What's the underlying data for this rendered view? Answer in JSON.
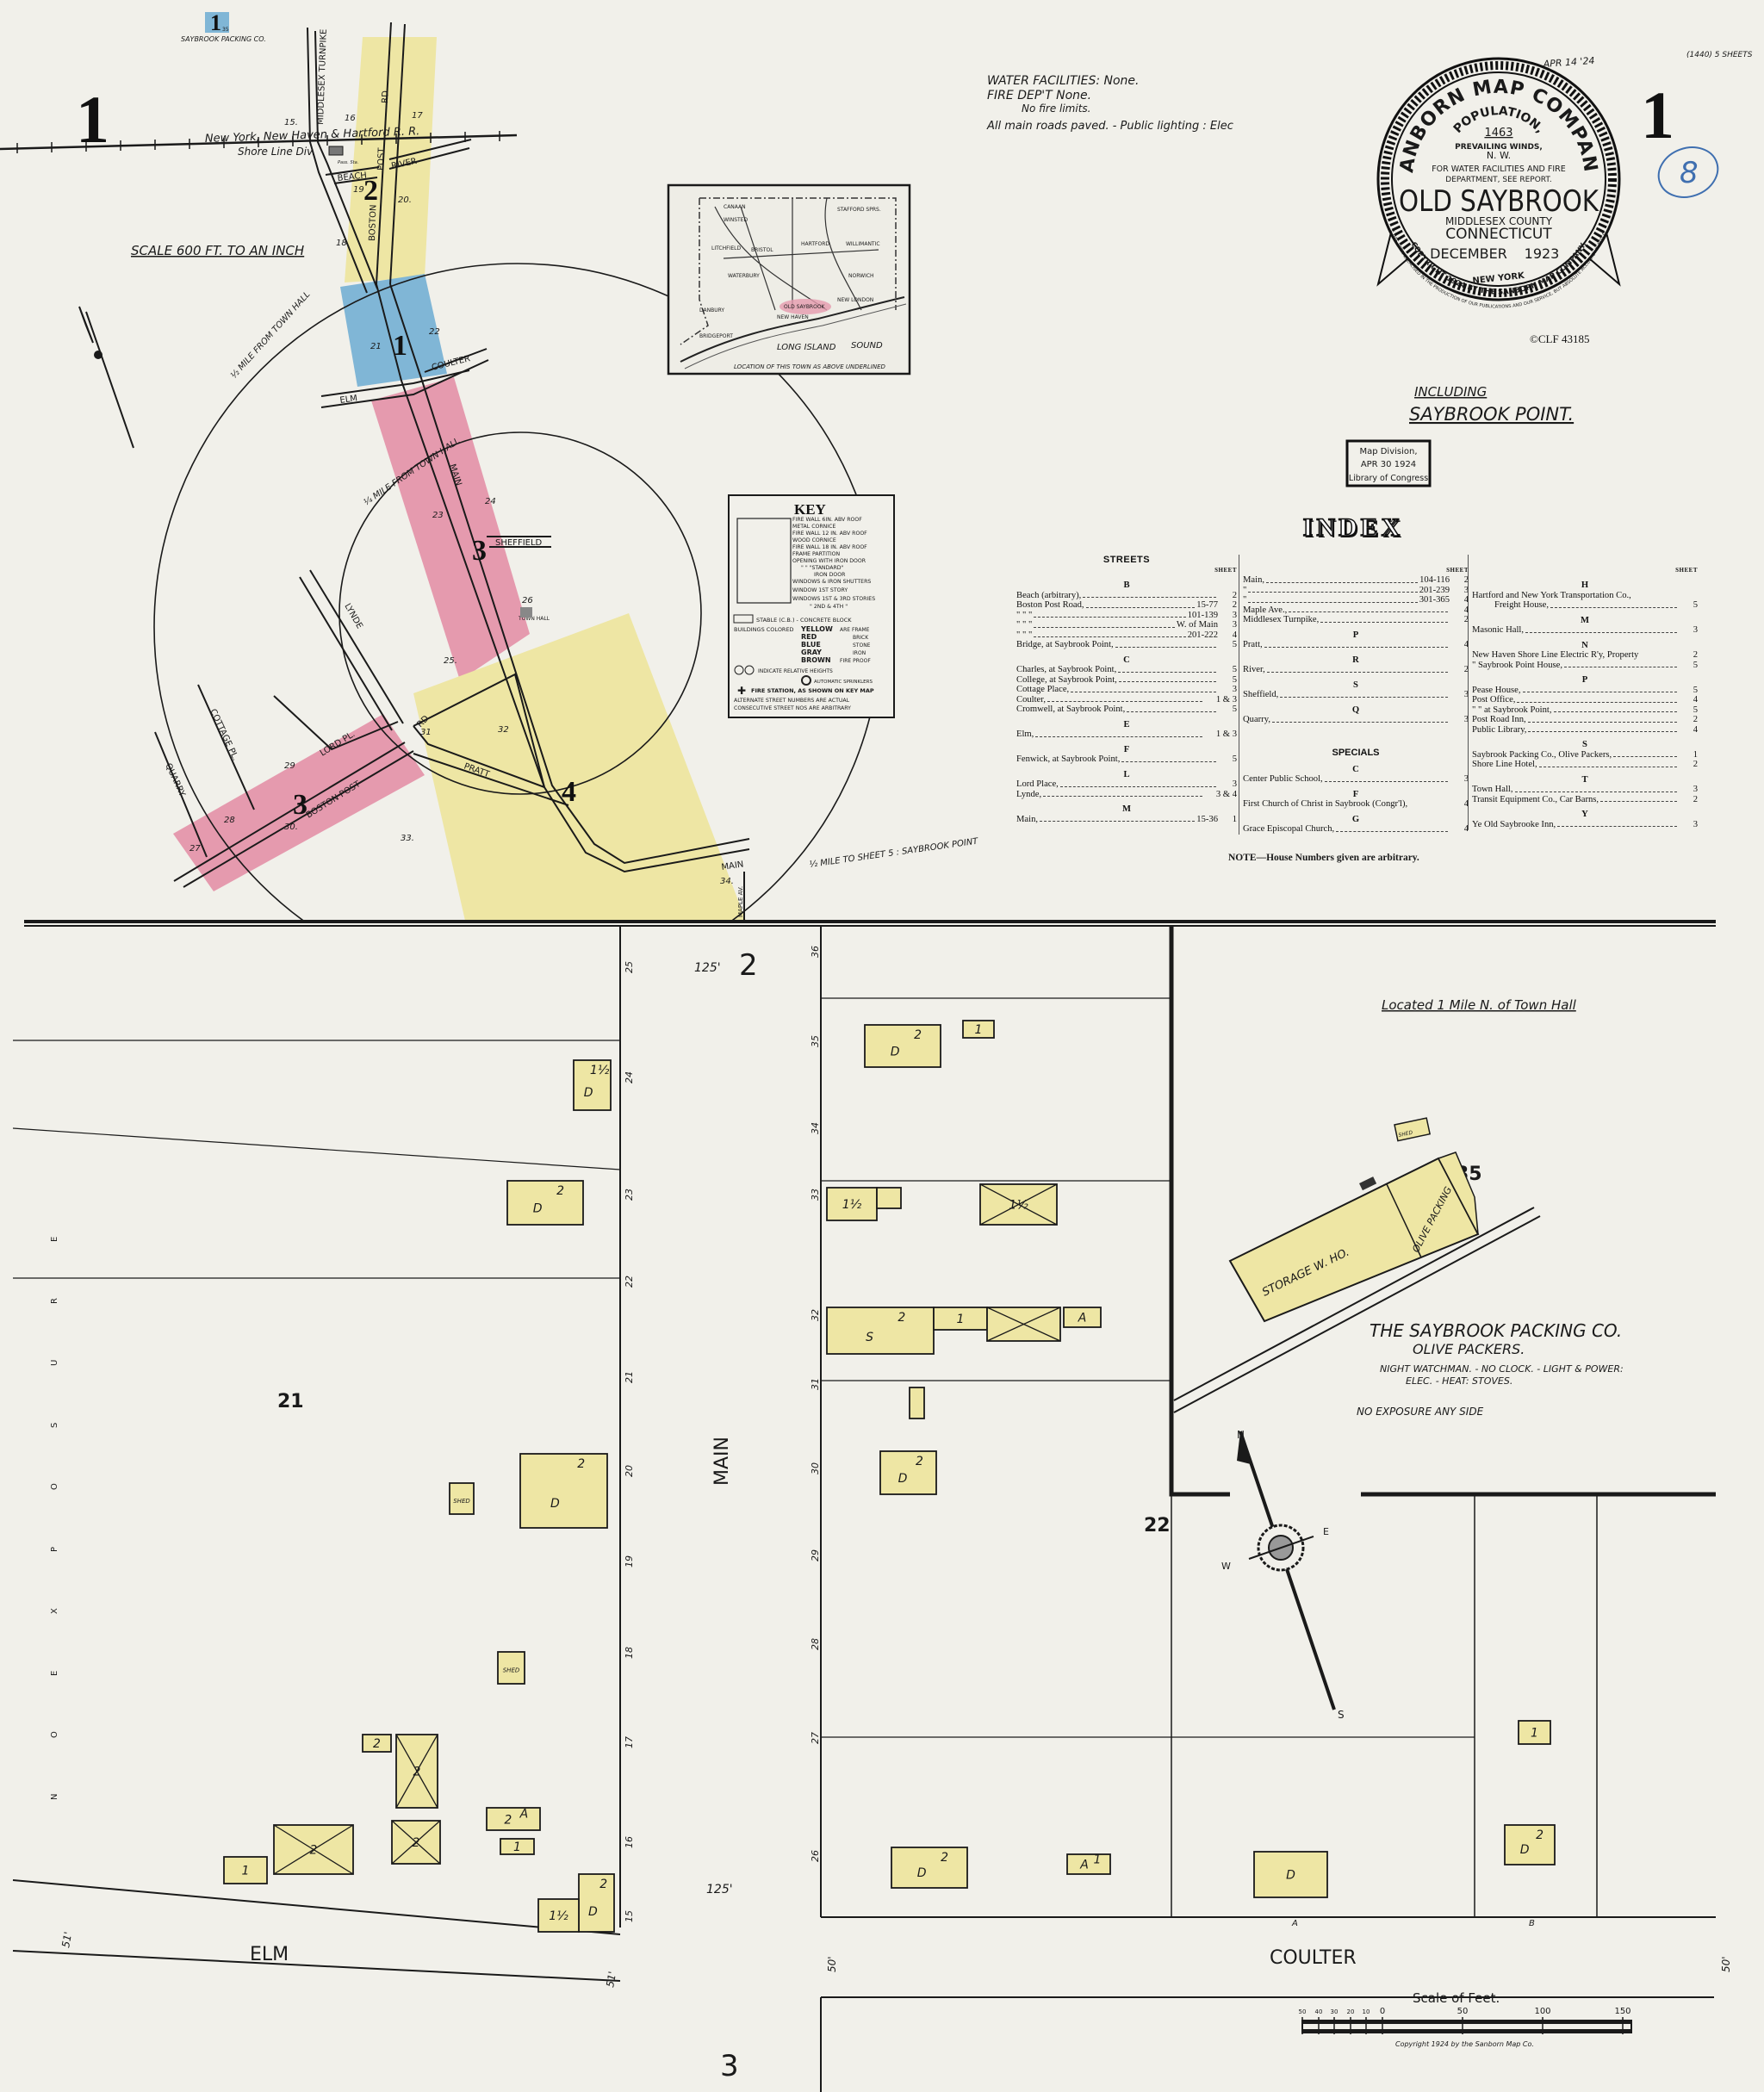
{
  "sheet_number": "1",
  "sheet_count_note": "(1440) 5 SHEETS",
  "handwritten_number": "8",
  "received_stamp": "APR 14 '24",
  "copyright_registration": "©CLF  43185",
  "colors": {
    "paper": "#f1f0ea",
    "frame_yellow": "#eee6a4",
    "brick_red": "#e59aae",
    "stone_blue": "#80b6d6",
    "ink": "#1a1a1a",
    "pencil_blue": "#3f6fb0"
  },
  "top_notes": {
    "water": "WATER FACILITIES:  None.",
    "fire_dept": "FIRE DEP'T     None.",
    "fire_limits": "No fire limits.",
    "roads": "All main roads paved. - Public lighting : Elec"
  },
  "title_seal": {
    "company": "SANBORN MAP COMPANY",
    "population_label": "POPULATION,",
    "population": "1463",
    "winds_label": "PREVAILING WINDS,",
    "winds": "N. W.",
    "report_1": "FOR WATER FACILITIES AND FIRE",
    "report_2": "DEPARTMENT, SEE REPORT.",
    "town": "OLD SAYBROOK",
    "county": "MIDDLESEX   COUNTY",
    "state": "CONNECTICUT",
    "month": "DECEMBER",
    "year": "1923",
    "city": "NEW YORK",
    "copyright": "COPYRIGHT 1924 BY THE SANBORN MAP COMPANY.",
    "disclaimer": "GREAT CARE HAS BEEN EXERCISED IN THE PRODUCTION OF OUR PUBLICATIONS AND OUR SERVICE, BUT ABSOLUTE ACCURACY IS NOT GUARANTEED"
  },
  "including": "INCLUDING",
  "including_place": "SAYBROOK POINT.",
  "library_stamp": {
    "line1": "Map Division,",
    "line2": "APR  30  1924",
    "line3": "Library of Congress"
  },
  "key_map": {
    "scale": "SCALE 600 FT. TO AN INCH",
    "railroad": "New York, New Haven & Hartford  R. R.",
    "railroad_div": "Shore Line Div.",
    "station": "Pass. Sta.",
    "packing_ref_sheet": "1",
    "packing_ref_sub": "35",
    "packing_ref_label": "SAYBROOK PACKING CO.",
    "half_mile": "½ MILE FROM TOWN HALL",
    "quarter_mile": "¼ MILE FROM TOWN HALL",
    "to_sheet5": "½ MILE TO SHEET 5 : SAYBROOK POINT",
    "sheet_refs": [
      "1",
      "2",
      "3",
      "3",
      "4"
    ],
    "streets": {
      "middlesex": "MIDDLESEX TURNPIKE",
      "bpr_rd": "RD.",
      "bpr_post": "POST",
      "bpr_boston": "BOSTON",
      "beach": "BEACH",
      "river": "RIVER",
      "elm": "ELM",
      "coulter": "COULTER",
      "main": "MAIN",
      "sheffield": "SHEFFIELD",
      "lynde": "LYNDE",
      "cottage": "COTTAGE PL.",
      "lord": "LORD PL.",
      "quarry": "QUARRY",
      "boston_post": "BOSTON  POST",
      "rd": "RD.",
      "pratt": "PRATT",
      "main_s": "MAIN",
      "maple": "MAPLE AV.",
      "town_hall": "TOWN HALL"
    },
    "block_numbers": [
      "15.",
      "16",
      "17",
      "18",
      "19",
      "20.",
      "21",
      "22",
      "23",
      "24",
      "25.",
      "26",
      "27",
      "28",
      "29",
      "30.",
      "31",
      "32",
      "33.",
      "34."
    ]
  },
  "inset_map": {
    "towns": [
      "CANAAN",
      "WINSTED",
      "LITCHFIELD",
      "BRISTOL",
      "HARTFORD",
      "STAFFORD SPRS.",
      "WILLIMANTIC",
      "WATERBURY",
      "NORWICH",
      "DANBURY",
      "NEW LONDON",
      "OLD SAYBROOK",
      "NEW HAVEN",
      "BRIDGEPORT"
    ],
    "water_1": "LONG ISLAND",
    "water_2": "SOUND",
    "caption": "LOCATION OF THIS TOWN AS ABOVE UNDERLINED"
  },
  "key": {
    "title": "KEY",
    "lines": [
      "FIRE WALL 6IN. ABV ROOF",
      "METAL CORNICE",
      "FIRE WALL 12 IN. ABV ROOF",
      "WOOD CORNICE",
      "FIRE WALL 18 IN. ABV ROOF",
      "FRAME PARTITION",
      "OPENING WITH IRON DOOR",
      "\"  \"  \"STANDARD\"",
      "IRON DOOR",
      "WINDOWS & IRON SHUTTERS",
      "WINDOW 1ST STORY",
      "WINDOWS 1ST & 3RD STORIES",
      "\"   2ND & 4TH   \""
    ],
    "stable": "STABLE (C.B.) - CONCRETE BLOCK",
    "colors_intro": "BUILDINGS COLORED",
    "colors": [
      {
        "color": "YELLOW",
        "means": "ARE FRAME"
      },
      {
        "color": "RED",
        "means": "BRICK"
      },
      {
        "color": "BLUE",
        "means": "STONE"
      },
      {
        "color": "GRAY",
        "means": "IRON"
      },
      {
        "color": "BROWN",
        "means": "FIRE PROOF"
      }
    ],
    "heights": "INDICATE RELATIVE HEIGHTS",
    "sprinklers": "AUTOMATIC SPRINKLERS",
    "fire_station": "FIRE STATION, AS SHOWN ON KEY MAP",
    "alt_numbers": "ALTERNATE STREET NUMBERS ARE ACTUAL",
    "consec_numbers": "CONSECUTIVE STREET NOS ARE ARBITRARY"
  },
  "index": {
    "title": "INDEX",
    "note": "NOTE—House Numbers given are arbitrary.",
    "columns": [
      {
        "header": "STREETS",
        "sheet_label": "SHEET",
        "rows": [
          {
            "letter": "B"
          },
          {
            "name": "Beach (arbitrary),",
            "range": "",
            "sheet": "2"
          },
          {
            "name": "Boston Post Road,",
            "range": "15-77",
            "sheet": "2"
          },
          {
            "name": "\"      \"      \"",
            "range": "101-139",
            "sheet": "3"
          },
          {
            "name": "\"      \"      \"",
            "range": "W. of Main",
            "sheet": "3"
          },
          {
            "name": "\"      \"      \"",
            "range": "201-222",
            "sheet": "4"
          },
          {
            "name": "Bridge, at Saybrook Point,",
            "range": "",
            "sheet": "5"
          },
          {
            "letter": "C"
          },
          {
            "name": "Charles, at Saybrook Point,",
            "range": "",
            "sheet": "5"
          },
          {
            "name": "College, at Saybrook Point,",
            "range": "",
            "sheet": "5"
          },
          {
            "name": "Cottage Place,",
            "range": "",
            "sheet": "3"
          },
          {
            "name": "Coulter,",
            "range": "",
            "sheet": "1 & 3"
          },
          {
            "name": "Cromwell, at Saybrook Point,",
            "range": "",
            "sheet": "5"
          },
          {
            "letter": "E"
          },
          {
            "name": "Elm,",
            "range": "",
            "sheet": "1 & 3"
          },
          {
            "letter": "F"
          },
          {
            "name": "Fenwick, at Saybrook Point,",
            "range": "",
            "sheet": "5"
          },
          {
            "letter": "L"
          },
          {
            "name": "Lord Place,",
            "range": "",
            "sheet": "3"
          },
          {
            "name": "Lynde,",
            "range": "",
            "sheet": "3 & 4"
          },
          {
            "letter": "M"
          },
          {
            "name": "Main,",
            "range": "15-36",
            "sheet": "1"
          }
        ]
      },
      {
        "header": "",
        "sheet_label": "SHEET",
        "rows": [
          {
            "name": "Main,",
            "range": "104-116",
            "sheet": "2"
          },
          {
            "name": "\"",
            "range": "201-239",
            "sheet": "3"
          },
          {
            "name": "\"",
            "range": "301-365",
            "sheet": "4"
          },
          {
            "name": "Maple Ave.,",
            "range": "",
            "sheet": "4"
          },
          {
            "name": "Middlesex Turnpike,",
            "range": "",
            "sheet": "2"
          },
          {
            "letter": "P"
          },
          {
            "name": "Pratt,",
            "range": "",
            "sheet": "4"
          },
          {
            "letter": "R"
          },
          {
            "name": "River,",
            "range": "",
            "sheet": "2"
          },
          {
            "letter": "S"
          },
          {
            "name": "Sheffield,",
            "range": "",
            "sheet": "3"
          },
          {
            "letter": "Q"
          },
          {
            "name": "Quarry,",
            "range": "",
            "sheet": "3"
          },
          {
            "specials": "SPECIALS"
          },
          {
            "letter": "C"
          },
          {
            "name": "Center Public School,",
            "range": "",
            "sheet": "3"
          },
          {
            "letter": "F"
          },
          {
            "name": "First Church of Christ in  Saybrook (Congr'l),",
            "range": "",
            "sheet": "4",
            "nodots": true
          },
          {
            "letter": "G"
          },
          {
            "name": "Grace Episcopal Church,",
            "range": "",
            "sheet": "4"
          }
        ]
      },
      {
        "header": "",
        "sheet_label": "SHEET",
        "rows": [
          {
            "letter": "H"
          },
          {
            "name": "Hartford and New York Transportation Co.,",
            "range": "",
            "sheet": "",
            "nodots": true
          },
          {
            "name": "Freight House,",
            "range": "",
            "sheet": "5",
            "cont": true
          },
          {
            "letter": "M"
          },
          {
            "name": "Masonic Hall,",
            "range": "",
            "sheet": "3"
          },
          {
            "letter": "N"
          },
          {
            "name": "New Haven Shore Line Electric R'y, Property",
            "range": "",
            "sheet": "2",
            "nodots": true
          },
          {
            "name": "\"   Saybrook Point House,",
            "range": "",
            "sheet": "5"
          },
          {
            "letter": "P"
          },
          {
            "name": "Pease House,",
            "range": "",
            "sheet": "5"
          },
          {
            "name": "Post Office,",
            "range": "",
            "sheet": "4"
          },
          {
            "name": "\"     \"     at Saybrook Point,",
            "range": "",
            "sheet": "5"
          },
          {
            "name": "Post Road Inn,",
            "range": "",
            "sheet": "2"
          },
          {
            "name": "Public Library,",
            "range": "",
            "sheet": "4"
          },
          {
            "letter": "S"
          },
          {
            "name": "Saybrook Packing Co., Olive Packers,",
            "range": "",
            "sheet": "1"
          },
          {
            "name": "Shore Line Hotel,",
            "range": "",
            "sheet": "2"
          },
          {
            "letter": "T"
          },
          {
            "name": "Town Hall,",
            "range": "",
            "sheet": "3"
          },
          {
            "name": "Transit Equipment Co., Car Barns,",
            "range": "",
            "sheet": "2"
          },
          {
            "letter": "Y"
          },
          {
            "name": "Ye Old Saybrooke Inn,",
            "range": "",
            "sheet": "3"
          }
        ]
      }
    ]
  },
  "lower_map": {
    "block_north": "2",
    "block_south": "3",
    "width_north": "125'",
    "width_south": "125'",
    "block_west": "21",
    "block_east": "22",
    "packing_block": "35",
    "street_main": "MAIN",
    "street_elm": "ELM",
    "street_coulter": "COULTER",
    "no_exposure_letters": [
      "N",
      "O",
      "E",
      "X",
      "P",
      "O",
      "S",
      "U",
      "R",
      "E"
    ],
    "width_labels": [
      "51'",
      "51'",
      "50'",
      "50'"
    ],
    "lot_letters": [
      "A",
      "B"
    ],
    "located": "Located 1 Mile N. of Town Hall",
    "main_west_numbers": [
      "25",
      "24",
      "23",
      "22",
      "21",
      "20",
      "19",
      "18",
      "17",
      "16",
      "15"
    ],
    "main_east_numbers": [
      "36",
      "35",
      "34",
      "33",
      "32",
      "31",
      "30",
      "29",
      "28",
      "27",
      "26"
    ],
    "packing": {
      "name": "THE SAYBROOK PACKING CO.",
      "subtitle": "OLIVE PACKERS.",
      "details_1": "NIGHT WATCHMAN. - NO CLOCK. - LIGHT & POWER:",
      "details_2": "ELEC. - HEAT: STOVES.",
      "exposure": "NO EXPOSURE  ANY SIDE",
      "storage": "STORAGE  W. HO.",
      "olive_packing": "OLIVE PACKING",
      "shed": "SHED"
    },
    "compass": {
      "n": "N",
      "s": "S",
      "e": "E",
      "w": "W"
    },
    "buildings": [
      {
        "labels": [
          "1½",
          "D"
        ]
      },
      {
        "labels": [
          "2",
          "D"
        ]
      },
      {
        "labels": [
          "SHED"
        ]
      },
      {
        "labels": [
          "2",
          "D"
        ]
      },
      {
        "labels": [
          "SHED"
        ]
      },
      {
        "labels": [
          "2"
        ]
      },
      {
        "labels": [
          "2"
        ]
      },
      {
        "labels": [
          "2"
        ]
      },
      {
        "labels": [
          "A",
          "2"
        ]
      },
      {
        "labels": [
          "1"
        ]
      },
      {
        "labels": [
          "2",
          "D"
        ]
      },
      {
        "labels": [
          "1½"
        ]
      },
      {
        "labels": [
          "2"
        ]
      },
      {
        "labels": [
          "1"
        ]
      },
      {
        "labels": [
          "2",
          "D"
        ]
      },
      {
        "labels": [
          "1"
        ]
      },
      {
        "labels": [
          "1½"
        ]
      },
      {
        "labels": []
      },
      {
        "labels": [
          "1½"
        ]
      },
      {
        "labels": [
          "2",
          "S"
        ]
      },
      {
        "labels": [
          "1"
        ]
      },
      {
        "labels": []
      },
      {
        "labels": [
          "A"
        ]
      },
      {
        "labels": []
      },
      {
        "labels": [
          "2",
          "D"
        ]
      },
      {
        "labels": [
          "2",
          "D"
        ]
      },
      {
        "labels": [
          "1",
          "A"
        ]
      },
      {
        "labels": [
          "D"
        ]
      },
      {
        "labels": [
          "1"
        ]
      },
      {
        "labels": [
          "2",
          "D"
        ]
      }
    ],
    "scale": {
      "title": "Scale of Feet.",
      "ticks": [
        "50",
        "40",
        "30",
        "20",
        "10",
        "0",
        "50",
        "100",
        "150"
      ]
    },
    "copyright": "Copyright 1924 by the Sanborn Map Co."
  }
}
